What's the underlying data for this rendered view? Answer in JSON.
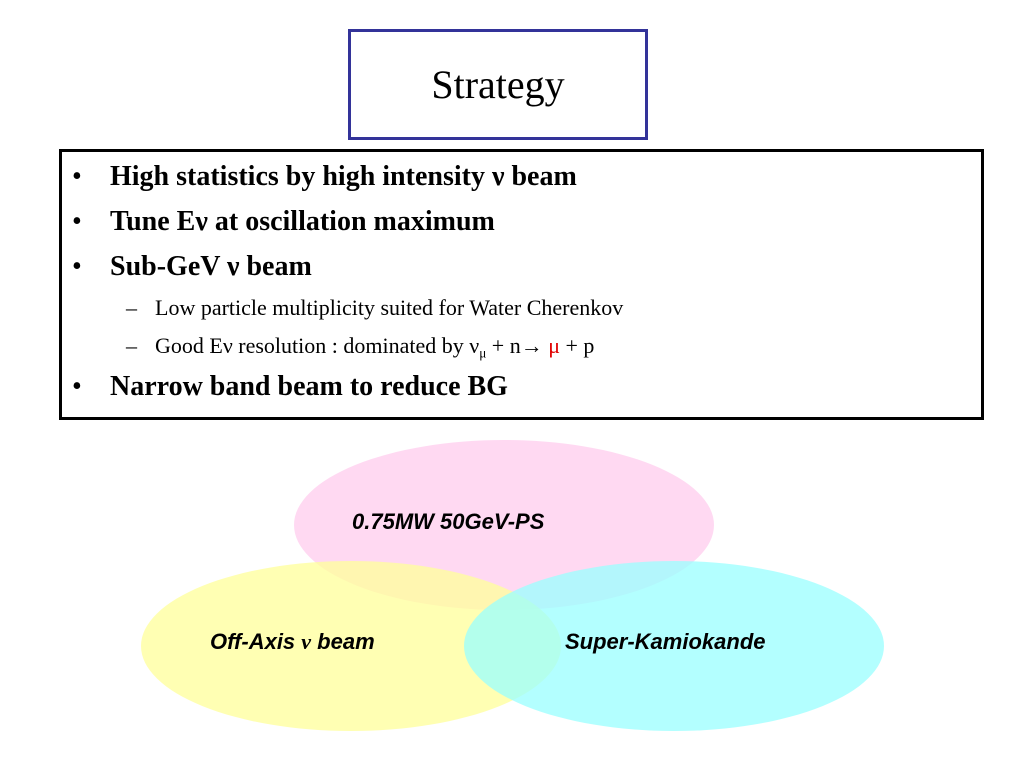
{
  "title": "Strategy",
  "bullets": [
    {
      "pre": "High statistics by high intensity ",
      "nu": "ν",
      "post": " beam"
    },
    {
      "pre": "Tune E",
      "nu": "ν",
      "post": " at oscillation maximum"
    },
    {
      "pre": "Sub-GeV ",
      "nu": "ν",
      "post": " beam"
    },
    {
      "text": "Narrow band beam to reduce BG"
    }
  ],
  "subbullets": [
    {
      "text": "Low particle multiplicity suited for Water Cherenkov"
    },
    {
      "pre": "Good E",
      "nu": "ν",
      "mid": " resolution : dominated by ",
      "nu_mu": "ν",
      "mu_sub": "μ",
      "reaction": " + n→ ",
      "mu": "μ",
      "tail": " + p"
    }
  ],
  "venn": {
    "top_label": "0.75MW 50GeV-PS",
    "left_label_pre": "Off-Axis ",
    "left_label_nu": "ν",
    "left_label_post": " beam",
    "right_label": "Super-Kamiokande",
    "colors": {
      "top": "#ffccee",
      "left": "#ffff99",
      "right": "#99ffff",
      "title_border": "#333399",
      "highlight_red": "#e00000"
    }
  }
}
